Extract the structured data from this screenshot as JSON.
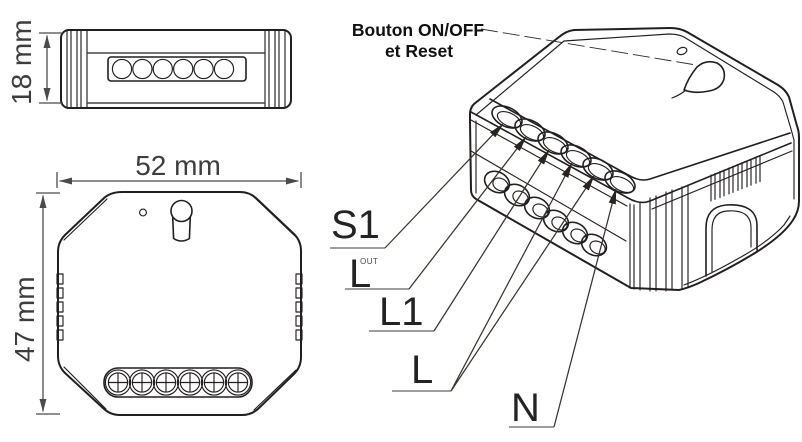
{
  "side_view": {
    "height_dimension": "18 mm"
  },
  "front_view": {
    "width_dimension": "52 mm",
    "height_dimension": "47 mm"
  },
  "perspective_view": {
    "button_label_line1": "Bouton ON/OFF",
    "button_label_line2": "et Reset"
  },
  "terminals": [
    {
      "label": "S1",
      "sup": ""
    },
    {
      "label": "L",
      "sup": "OUT"
    },
    {
      "label": "L1",
      "sup": ""
    },
    {
      "label": "L",
      "sup": ""
    },
    {
      "label": "N",
      "sup": ""
    }
  ],
  "colors": {
    "line": "#231f20",
    "dimension": "#4b4b4b",
    "underline": "#8f8f8f",
    "leader": "#3a332d",
    "background": "#ffffff"
  }
}
